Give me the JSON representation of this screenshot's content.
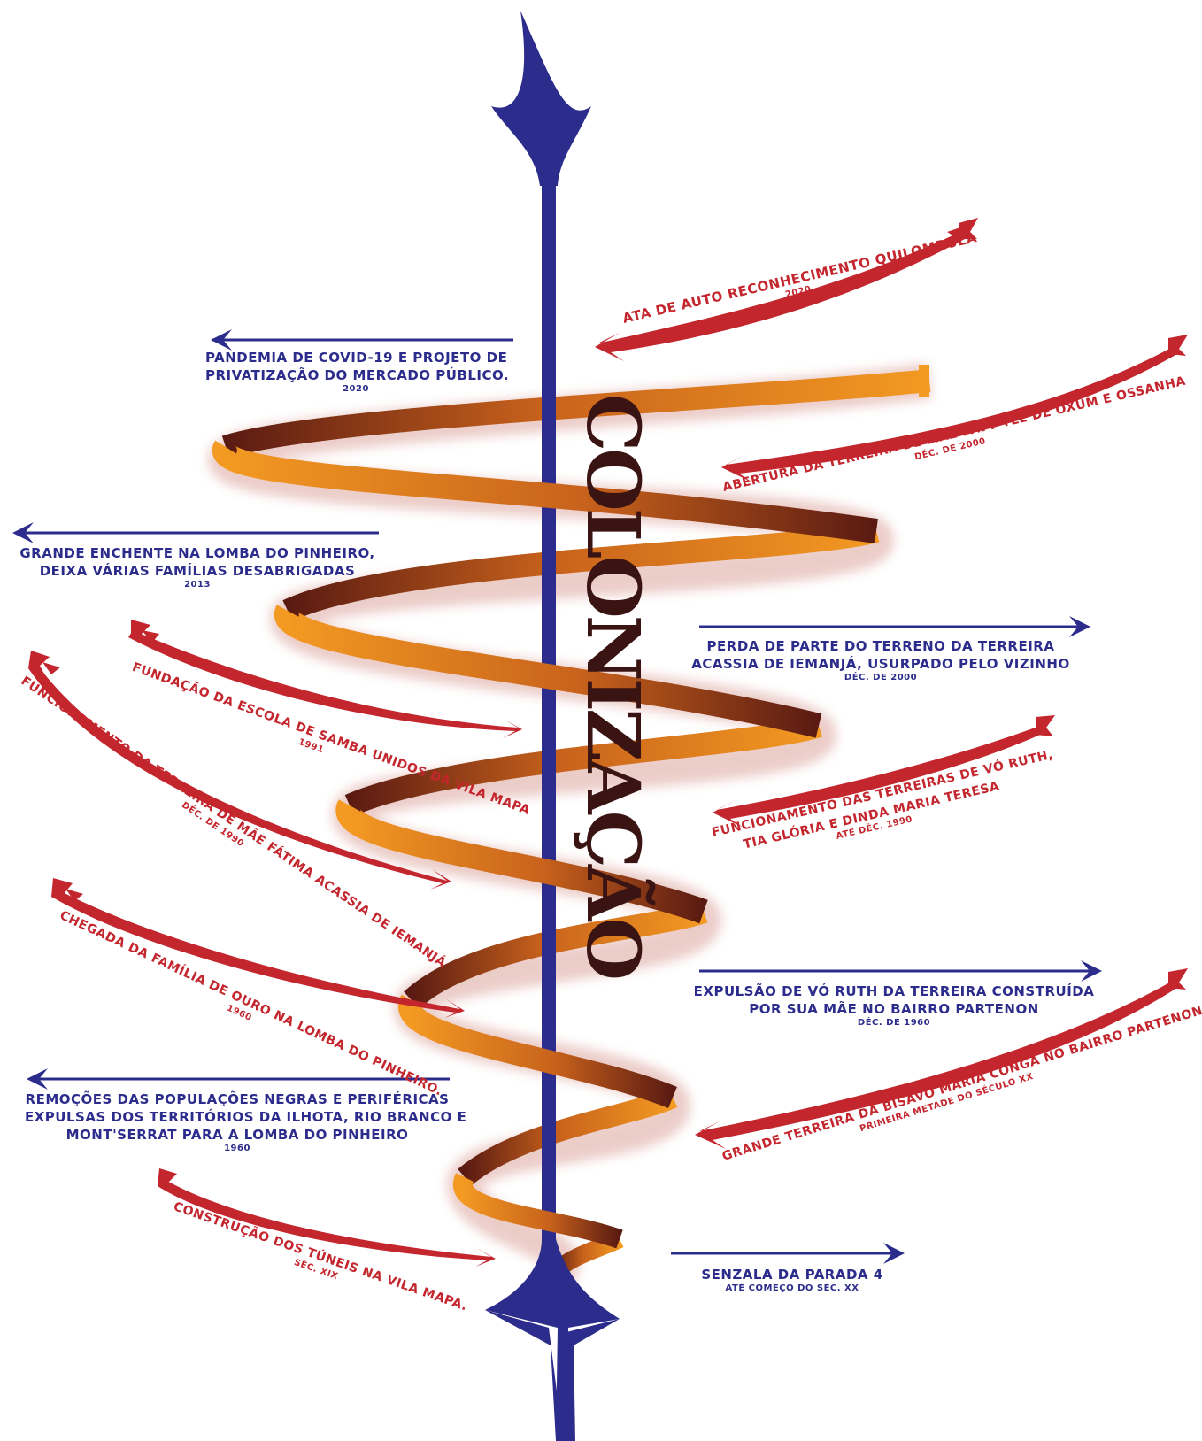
{
  "title": "COLONIZAÇÃO",
  "colors": {
    "blue": "#2c2c8c",
    "red": "#c4262e",
    "orange": "#f0911e",
    "brown": "#5a1a12"
  },
  "blue_events": [
    {
      "line1": "PANDEMIA DE COVID-19 E PROJETO DE",
      "line2": "PRIVATIZAÇÃO DO MERCADO PÚBLICO.",
      "line3": "",
      "date": "2020"
    },
    {
      "line1": "GRANDE ENCHENTE NA LOMBA DO PINHEIRO,",
      "line2": "DEIXA VÁRIAS FAMÍLIAS DESABRIGADAS",
      "line3": "",
      "date": "2013"
    },
    {
      "line1": "PERDA DE PARTE DO TERRENO DA TERREIRA",
      "line2": "ACASSIA DE IEMANJÁ, USURPADO PELO VIZINHO",
      "line3": "",
      "date": "DÉC. DE 2000"
    },
    {
      "line1": "EXPULSÃO DE VÓ RUTH DA TERREIRA CONSTRUÍDA",
      "line2": "POR SUA MÃE NO BAIRRO PARTENON",
      "line3": "",
      "date": "DÉC. DE 1960"
    },
    {
      "line1": "REMOÇÕES DAS POPULAÇÕES NEGRAS E PERIFÉRICAS",
      "line2": "EXPULSAS DOS TERRITÓRIOS DA ILHOTA, RIO BRANCO E",
      "line3": "MONT'SERRAT PARA A LOMBA DO PINHEIRO",
      "date": "1960"
    },
    {
      "line1": "SENZALA DA PARADA 4",
      "line2": "",
      "line3": "",
      "date": "ATÉ COMEÇO DO SÉC. XX"
    }
  ],
  "red_events": [
    {
      "text": "ATA DE AUTO RECONHECIMENTO QUILOMBOLA",
      "text2": "",
      "date": "2020"
    },
    {
      "text": "ABERTURA DA TERREIRA DE MÃE PATY YLÊ DE OXUM E OSSANHA",
      "text2": "",
      "date": "DÉC. DE 2000"
    },
    {
      "text": "FUNDAÇÃO DA ESCOLA DE SAMBA UNIDOS DA VILA MAPA",
      "text2": "",
      "date": "1991"
    },
    {
      "text": "FUNCIONAMENTO DA TERREIRA DE MÃE FÁTIMA ACASSIA DE IEMANJÁ",
      "text2": "",
      "date": "DÉC. DE 1990"
    },
    {
      "text": "FUNCIONAMENTO DAS TERREIRAS DE VÓ RUTH,",
      "text2": "TIA GLÓRIA E DINDA MARIA TERESA",
      "date": "ATÉ DÉC. 1990"
    },
    {
      "text": "CHEGADA DA FAMÍLIA DE OURO NA LOMBA DO PINHEIRO.",
      "text2": "",
      "date": "1960"
    },
    {
      "text": "GRANDE TERREIRA DA BISAVÓ MARIA CONGA NO BAIRRO PARTENON.",
      "text2": "",
      "date": "PRIMEIRA METADE DO SÉCULO XX"
    },
    {
      "text": "CONSTRUÇÃO DOS TÚNEIS NA VILA MAPA.",
      "text2": "",
      "date": "SÉC. XIX"
    }
  ]
}
